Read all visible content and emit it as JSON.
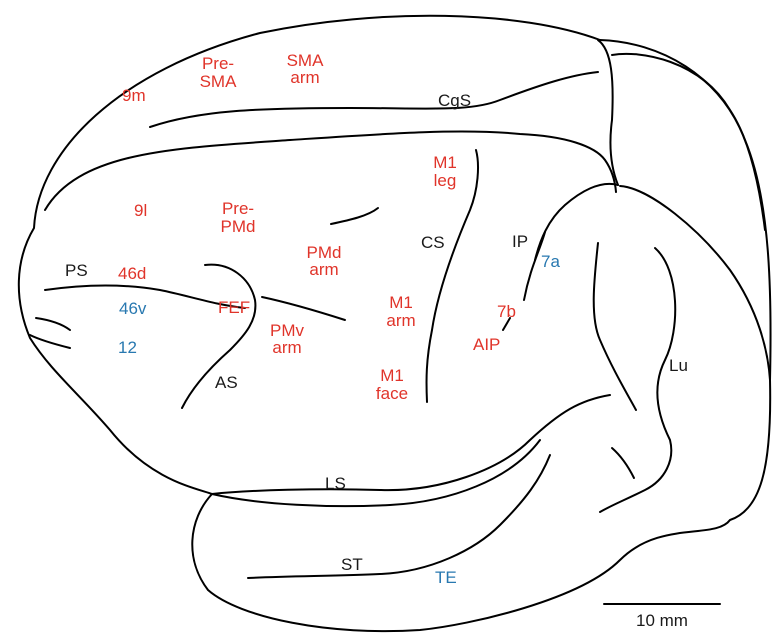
{
  "colors": {
    "outline": "#000000",
    "sulcus_label": "#1a1a1a",
    "area_red": "#e0342a",
    "area_blue": "#2878b0"
  },
  "sulci": {
    "CgS": "CgS",
    "PS": "PS",
    "CS": "CS",
    "IP": "IP",
    "AS": "AS",
    "LS": "LS",
    "Lu": "Lu",
    "ST": "ST"
  },
  "areas": {
    "a9m": "9m",
    "presma_1": "Pre-",
    "presma_2": "SMA",
    "sma_1": "SMA",
    "sma_2": "arm",
    "m1leg_1": "M1",
    "m1leg_2": "leg",
    "a9l": "9l",
    "prepmd_1": "Pre-",
    "prepmd_2": "PMd",
    "pmdarm_1": "PMd",
    "pmdarm_2": "arm",
    "a7a": "7a",
    "a46d": "46d",
    "a46v": "46v",
    "fef": "FEF",
    "m1arm_1": "M1",
    "m1arm_2": "arm",
    "a7b": "7b",
    "a12": "12",
    "pmvarm_1": "PMv",
    "pmvarm_2": "arm",
    "aip": "AIP",
    "m1face_1": "M1",
    "m1face_2": "face",
    "te": "TE"
  },
  "scale_bar": {
    "label": "10 mm"
  }
}
